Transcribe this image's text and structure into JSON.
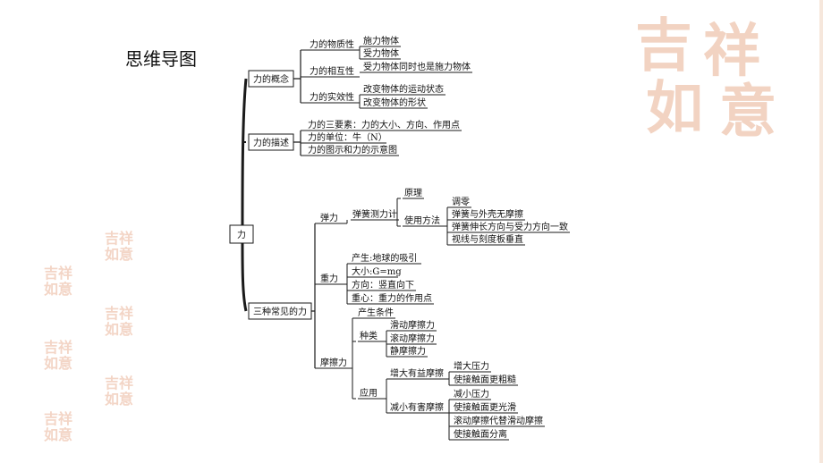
{
  "title": "思维导图",
  "decor_text": "吉祥如意",
  "colors": {
    "line": "#1a1a1a",
    "text": "#111111",
    "deco": "#f2d3c2"
  },
  "mindmap": {
    "root": "力",
    "branches": [
      {
        "label": "力的概念",
        "children": [
          {
            "label": "力的物质性",
            "children": [
              "施力物体",
              "受力物体"
            ]
          },
          {
            "label": "力的相互性",
            "children": [
              "受力物体同时也是施力物体"
            ]
          },
          {
            "label": "力的实效性",
            "children": [
              "改变物体的运动状态",
              "改变物体的形状"
            ]
          }
        ]
      },
      {
        "label": "力的描述",
        "children": [
          "力的三要素：力的大小、方向、作用点",
          "力的单位：牛（N）",
          "力的图示和力的示意图"
        ]
      },
      {
        "label": "三种常见的力",
        "children": [
          {
            "label": "弹力",
            "children": [
              {
                "label": "弹簧测力计",
                "children": [
                  {
                    "label": "原理"
                  },
                  {
                    "label": "使用方法",
                    "children": [
                      "调零",
                      "弹簧与外壳无摩擦",
                      "弹簧伸长方向与受力方向一致",
                      "视线与刻度板垂直"
                    ]
                  }
                ]
              }
            ]
          },
          {
            "label": "重力",
            "children": [
              "产生:地球的吸引",
              "大小:G=mg",
              "方向：竖直向下",
              "重心：重力的作用点"
            ]
          },
          {
            "label": "摩擦力",
            "children": [
              {
                "label": "产生条件"
              },
              {
                "label": "种类",
                "children": [
                  "滑动摩擦力",
                  "滚动摩擦力",
                  "静摩擦力"
                ]
              },
              {
                "label": "应用",
                "children": [
                  {
                    "label": "增大有益摩擦",
                    "children": [
                      "增大压力",
                      "使接触面更粗糙"
                    ]
                  },
                  {
                    "label": "减小有害摩擦",
                    "children": [
                      "减小压力",
                      "使接触面更光滑",
                      "滚动摩擦代替滑动摩擦",
                      "使接触面分离"
                    ]
                  }
                ]
              }
            ]
          }
        ]
      }
    ]
  }
}
